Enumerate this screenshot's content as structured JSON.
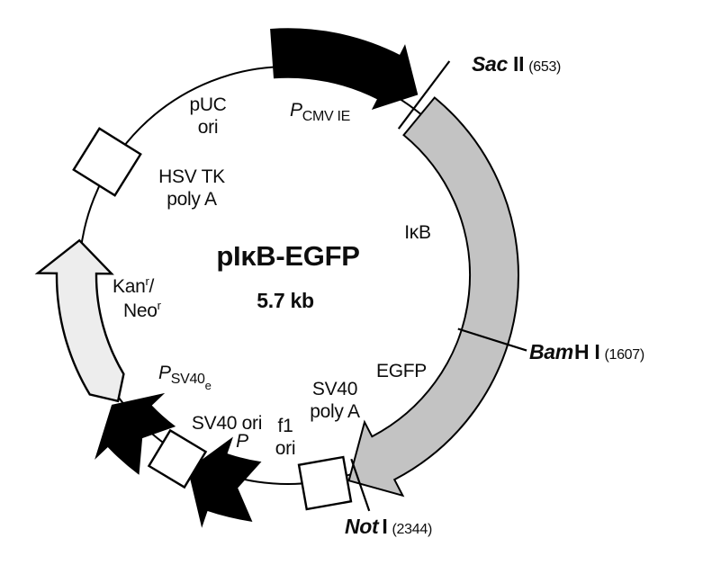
{
  "title": {
    "name": "pIκB-EGFP",
    "size": "5.7 kb"
  },
  "sites": {
    "sac2": {
      "enzyme": "Sac",
      "suffix": "II",
      "position": "(653)"
    },
    "bamh1": {
      "enzyme": "Bam",
      "suffix": "H I",
      "position": "(1607)"
    },
    "not1": {
      "enzyme": "Not",
      "suffix": "I",
      "position": "(2344)"
    }
  },
  "features": {
    "cmv_promoter": {
      "p": "P",
      "sub": "CMV IE"
    },
    "ikb": {
      "label": "IκB"
    },
    "egfp": {
      "label": "EGFP"
    },
    "sv40_polya": {
      "line1": "SV40",
      "line2": "poly A"
    },
    "f1_ori": {
      "line1": "f1",
      "line2": "ori"
    },
    "p_promoter": {
      "label": "P"
    },
    "sv40_ori": {
      "label": "SV40 ori"
    },
    "sv40e_promoter": {
      "p": "P",
      "sub": "SV40",
      "subsub": "e"
    },
    "kan_neo": {
      "base1": "Kan",
      "sup1": "r",
      "sep": "/",
      "base2": "Neo",
      "sup2": "r"
    },
    "hsv_tk_polya": {
      "line1": "HSV TK",
      "line2": "poly A"
    },
    "puc_ori": {
      "line1": "pUC",
      "line2": "ori"
    }
  },
  "colors": {
    "feature_band": "#c3c3c3",
    "promoter_black": "#000000",
    "kan_arrow": "#ededed",
    "marker_box": "#ffffff",
    "outline": "#000000"
  }
}
